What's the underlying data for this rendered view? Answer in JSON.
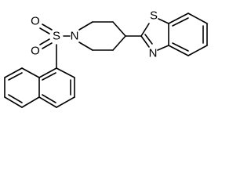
{
  "diagram": {
    "type": "chemical-structure",
    "atom_labels": {
      "sulfur_thiazole": "S",
      "nitrogen_thiazole": "N",
      "nitrogen_piperidine": "N",
      "sulfur_sulfonyl": "S",
      "oxygen_sulfonyl_top": "O",
      "oxygen_sulfonyl_bottom": "O"
    },
    "colors": {
      "bond": "#000000",
      "label": "#000000",
      "background": "#ffffff"
    }
  }
}
